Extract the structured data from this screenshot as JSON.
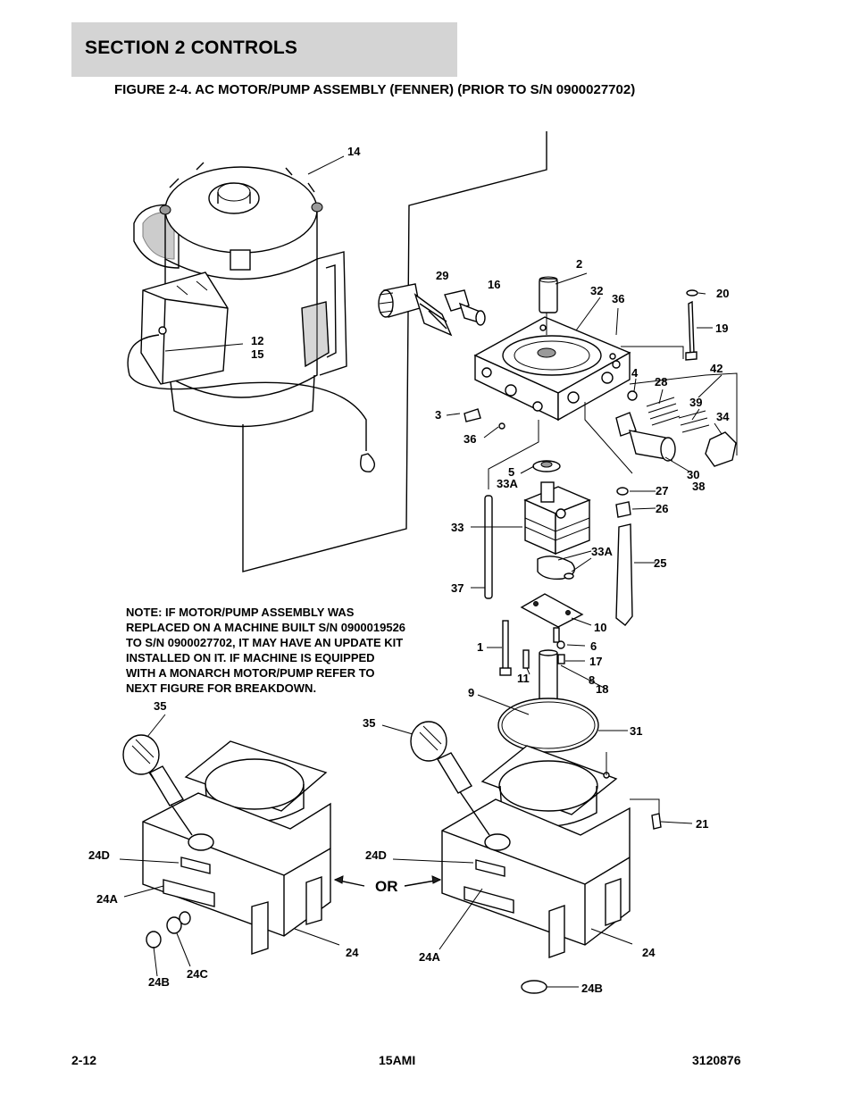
{
  "header": {
    "section": "SECTION 2   CONTROLS",
    "figure_title": "FIGURE 2-4. AC MOTOR/PUMP ASSEMBLY (FENNER) (PRIOR TO S/N 0900027702)"
  },
  "callouts": [
    "14",
    "2",
    "29",
    "16",
    "32",
    "36",
    "20",
    "19",
    "42",
    "12",
    "15",
    "4",
    "28",
    "39",
    "34",
    "3",
    "36",
    "30",
    "38",
    "5",
    "33A",
    "27",
    "26",
    "33",
    "33A",
    "25",
    "37",
    "10",
    "6",
    "17",
    "1",
    "11",
    "8",
    "18",
    "9",
    "35",
    "31",
    "35",
    "21",
    "24D",
    "24D",
    "OR",
    "24A",
    "24",
    "24",
    "24A",
    "24B",
    "24C",
    "24B"
  ],
  "note": "NOTE:  IF MOTOR/PUMP ASSEMBLY WAS\nREPLACED ON A MACHINE BUILT S/N 0900019526\nTO S/N 0900027702, IT MAY HAVE AN UPDATE KIT\nINSTALLED ON IT.  IF MACHINE IS EQUIPPED\nWITH A MONARCH MOTOR/PUMP REFER TO\nNEXT FIGURE FOR BREAKDOWN.",
  "footer": {
    "page": "2-12",
    "model": "15AMI",
    "doc_number": "3120876"
  },
  "colors": {
    "banner": "#d4d4d4",
    "ink": "#000000"
  }
}
